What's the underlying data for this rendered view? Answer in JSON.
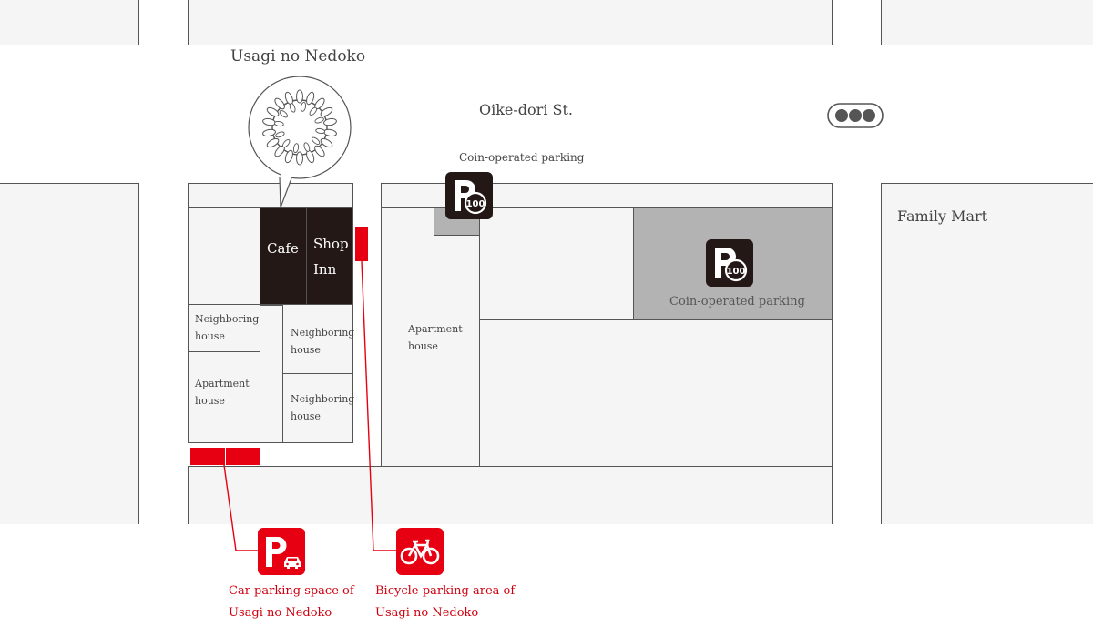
{
  "map": {
    "shop_name": "Usagi no Nedoko",
    "street": "Oike-dori St.",
    "family_mart": "Family Mart",
    "coin_parking_top": "Coin-operated parking",
    "coin_parking_right": "Coin-operated parking",
    "cafe": "Cafe",
    "shop_inn_line1": "Shop",
    "shop_inn_line2": "Inn",
    "neighbor_1_line1": "Neighboring",
    "neighbor_1_line2": "house",
    "neighbor_2_line1": "Neighboring",
    "neighbor_2_line2": "house",
    "neighbor_3_line1": "Neighboring",
    "neighbor_3_line2": "house",
    "apartment_left_line1": "Apartment",
    "apartment_left_line2": "house",
    "apartment_center_line1": "Apartment",
    "apartment_center_line2": "house",
    "parking_badge_text": "100",
    "car_parking_line1": "Car parking space of",
    "car_parking_line2": "Usagi no Nedoko",
    "bike_parking_line1": "Bicycle-parking area of",
    "bike_parking_line2": "Usagi no Nedoko"
  },
  "colors": {
    "accent_red": "#e60012",
    "dark": "#231815",
    "block_fill": "#f4f5f4",
    "parking_gray": "#b3b3b3"
  },
  "icons": [
    "wreath-logo-icon",
    "traffic-light-icon",
    "coin-parking-icon",
    "car-parking-icon",
    "bicycle-icon"
  ]
}
